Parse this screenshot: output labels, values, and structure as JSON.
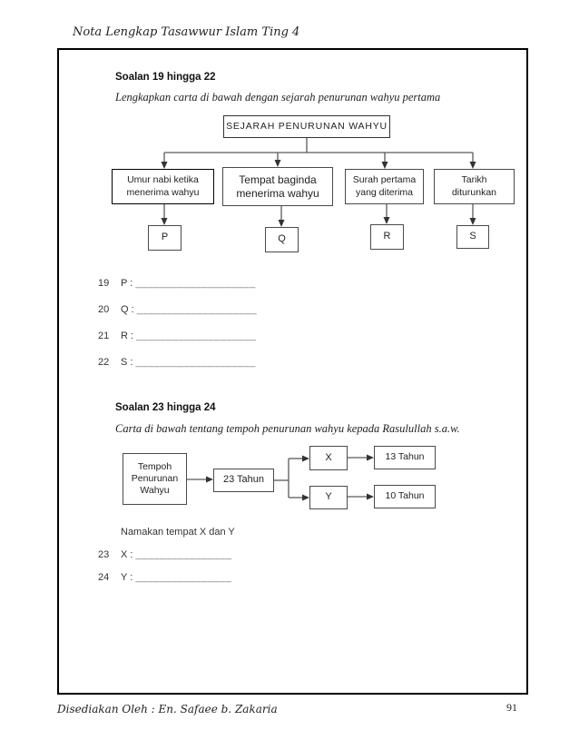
{
  "page": {
    "header_script": "Nota Lengkap Tasawwur Islam Ting 4",
    "footer_script": "Disediakan Oleh : En. Safaee b. Zakaria",
    "page_number": "91"
  },
  "section1": {
    "heading": "Soalan 19 hingga 22",
    "instruction": "Lengkapkan carta di bawah dengan sejarah penurunan wahyu pertama",
    "chart": {
      "type": "tree-diagram",
      "root": "SEJARAH PENURUNAN WAHYU",
      "branches": [
        {
          "label": "Umur nabi ketika\nmenerima wahyu",
          "leaf": "P"
        },
        {
          "label": "Tempat baginda\nmenerima wahyu",
          "leaf": "Q"
        },
        {
          "label": "Surah pertama\nyang diterima",
          "leaf": "R"
        },
        {
          "label": "Tarikh\nditurunkan",
          "leaf": "S"
        }
      ]
    },
    "answers": [
      {
        "num": "19",
        "label": "P :",
        "blank": "____________________"
      },
      {
        "num": "20",
        "label": "Q :",
        "blank": "____________________"
      },
      {
        "num": "21",
        "label": "R :",
        "blank": "____________________"
      },
      {
        "num": "22",
        "label": "S :",
        "blank": "____________________"
      }
    ]
  },
  "section2": {
    "heading": "Soalan 23 hingga 24",
    "instruction": "Carta di bawah tentang tempoh penurunan wahyu kepada Rasulullah s.a.w.",
    "chart": {
      "type": "flow-diagram",
      "start": "Tempoh\nPenurunan\nWahyu",
      "total": "23 Tahun",
      "branches": [
        {
          "label": "X",
          "value": "13 Tahun"
        },
        {
          "label": "Y",
          "value": "10 Tahun"
        }
      ]
    },
    "prompt": "Namakan tempat X dan Y",
    "answers": [
      {
        "num": "23",
        "label": "X :",
        "blank": "________________"
      },
      {
        "num": "24",
        "label": "Y :",
        "blank": "________________"
      }
    ]
  }
}
